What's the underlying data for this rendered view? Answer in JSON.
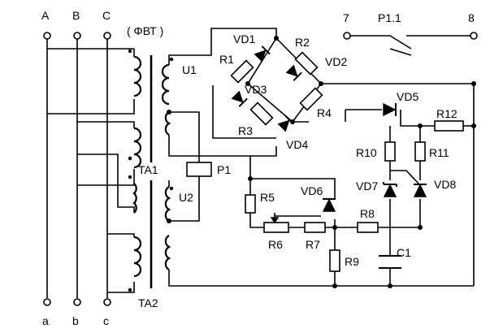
{
  "terminals": {
    "input": [
      "A",
      "B",
      "C"
    ],
    "output": [
      "a",
      "b",
      "c"
    ],
    "contact_left": "7",
    "contact_right": "8"
  },
  "labels": {
    "fvt": "( ΦВТ )",
    "ta1": "TA1",
    "ta2": "TA2",
    "u1": "U1",
    "u2": "U2",
    "p1": "P1",
    "p11": "P1.1",
    "r1": "R1",
    "r2": "R2",
    "r3": "R3",
    "r4": "R4",
    "r5": "R5",
    "r6": "R6",
    "r7": "R7",
    "r8": "R8",
    "r9": "R9",
    "r10": "R10",
    "r11": "R11",
    "r12": "R12",
    "vd1": "VD1",
    "vd2": "VD2",
    "vd3": "VD3",
    "vd4": "VD4",
    "vd5": "VD5",
    "vd6": "VD6",
    "vd7": "VD7",
    "vd8": "VD8",
    "c1": "C1"
  }
}
